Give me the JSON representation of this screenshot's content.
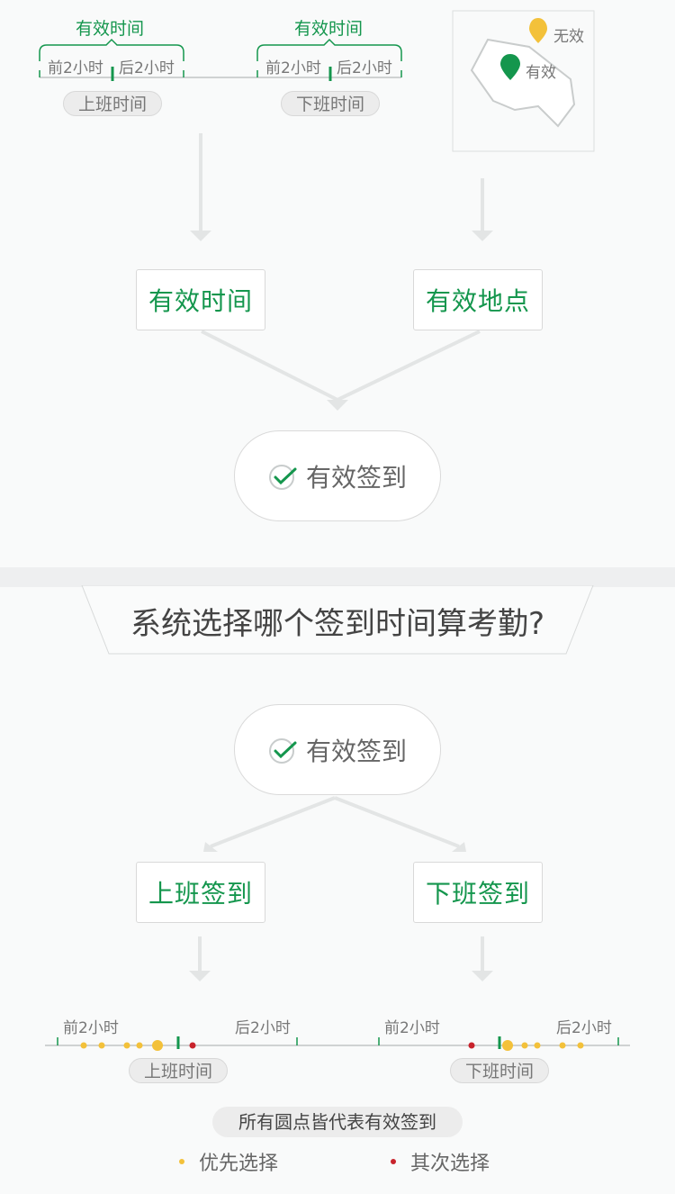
{
  "top_timeline": {
    "valid_time_label_left": "有效时间",
    "valid_time_label_right": "有效时间",
    "before_label_left": "前2小时",
    "after_label_left": "后2小时",
    "before_label_right": "前2小时",
    "after_label_right": "后2小时",
    "start_work_pill": "上班时间",
    "end_work_pill": "下班时间"
  },
  "map": {
    "invalid_label": "无效",
    "valid_label": "有效",
    "invalid_pin_color": "#f3c13a",
    "valid_pin_color": "#14964d"
  },
  "flow_top": {
    "valid_time_box": "有效时间",
    "valid_location_box": "有效地点",
    "valid_checkin_oval": "有效签到"
  },
  "banner": {
    "question": "系统选择哪个签到时间算考勤?"
  },
  "flow_bottom": {
    "valid_checkin_oval": "有效签到",
    "start_checkin_box": "上班签到",
    "end_checkin_box": "下班签到"
  },
  "bottom_timeline": {
    "before_left": "前2小时",
    "after_left": "后2小时",
    "before_right": "前2小时",
    "after_right": "后2小时",
    "start_work_pill": "上班时间",
    "end_work_pill": "下班时间"
  },
  "note": {
    "all_dots_valid": "所有圆点皆代表有效签到",
    "preferred_label": "优先选择",
    "secondary_label": "其次选择",
    "preferred_color": "#f3c13a",
    "secondary_color": "#c8232c"
  },
  "colors": {
    "accent_green": "#14964d",
    "arrow_grey": "#e3e5e5"
  }
}
